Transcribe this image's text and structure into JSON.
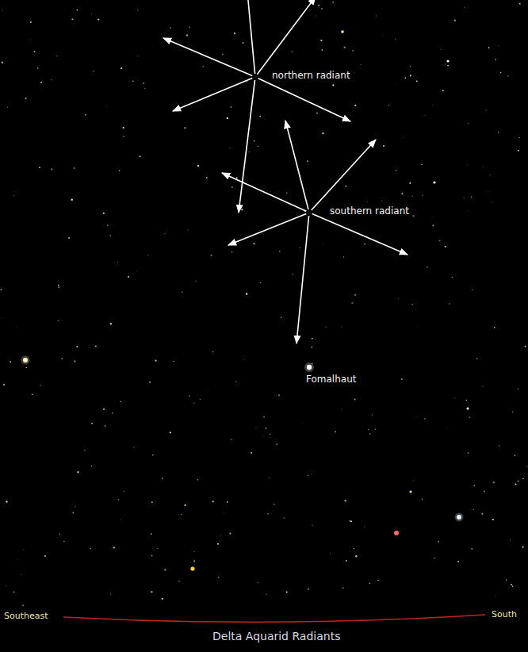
{
  "diagram": {
    "title": "Delta Aquarid Radiants",
    "labels": [
      "northern radiant",
      "southern radiant",
      "Fomalhaut",
      "Southeast",
      "South"
    ]
  }
}
